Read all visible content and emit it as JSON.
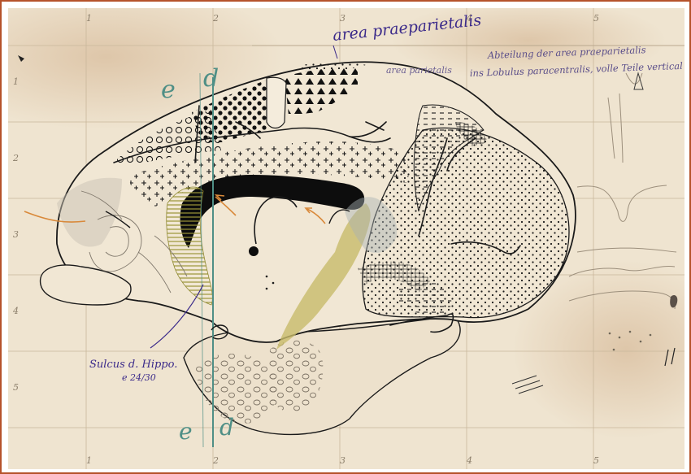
{
  "image": {
    "description_kind": "anatomical drawing",
    "paper_color": "#efe4d0",
    "ink_color": "#1a1a1a",
    "accent_colors": {
      "olive_wash": "#a9a24a",
      "teal_pencil": "#4f8f86",
      "orange_pencil": "#d9893a",
      "purple_ink": "#3b2a8a"
    }
  },
  "annotations": {
    "area_praeparietalis": "area praeparietalis",
    "area_parietalis": "area parietalis",
    "note_line1": "Abteilung der area praeparietalis",
    "note_line2": "ins Lobulus paracentralis, volle Teile vertical",
    "label_e_top": "e",
    "label_d_top": "d",
    "label_e_bottom": "e",
    "label_d_bottom": "d",
    "sulcus_label": "Sulcus d. Hippo.",
    "sulcus_code": "e 24/30"
  },
  "grid_labels": {
    "top": [
      "1",
      "2",
      "3",
      "4",
      "5"
    ],
    "left": [
      "1",
      "2",
      "3",
      "4",
      "5"
    ],
    "bottom": [
      "1",
      "2",
      "3",
      "4",
      "5"
    ]
  }
}
